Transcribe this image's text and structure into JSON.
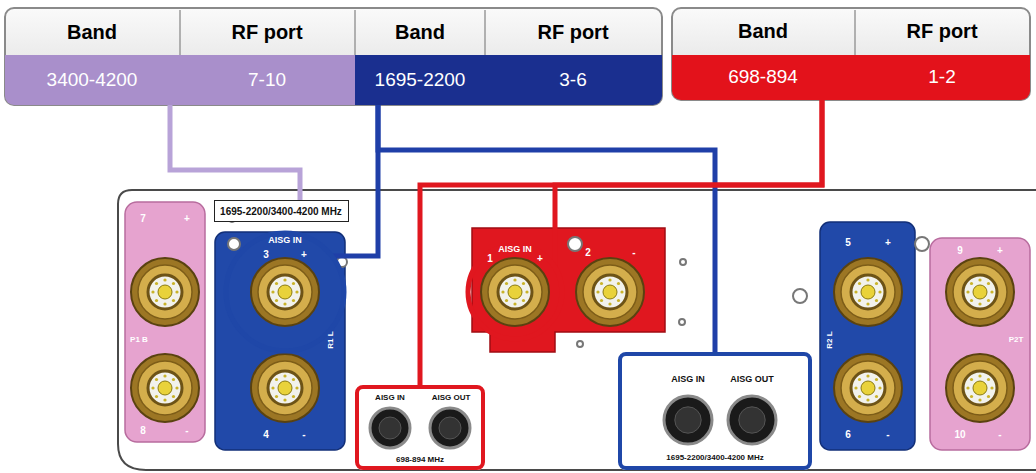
{
  "diagram": {
    "nodes": [
      {
        "text": [
          "3400-4200",
          "7-10"
        ]
      },
      {
        "text": [
          "1695-2200",
          "3-6"
        ]
      },
      {
        "text": [
          "698-894",
          "1-2"
        ]
      },
      {
        "text": [
          "1695-2200/3400-4200 MHz"
        ]
      },
      {
        "text": [
          "AISG IN"
        ]
      },
      {
        "text": [
          "AISG IN"
        ]
      },
      {
        "text": [
          "AISG IN",
          "AISG OUT",
          "698-894 MHz"
        ]
      },
      {
        "text": [
          "AISG IN",
          "AISG OUT",
          "1695-2200/3400-4200 MHz"
        ]
      }
    ],
    "edges": [
      {
        "from": 0,
        "to": 3,
        "arrow": "none"
      },
      {
        "from": 1,
        "to": 4,
        "arrow": "none"
      },
      {
        "from": 1,
        "to": 7,
        "arrow": "none"
      },
      {
        "from": 2,
        "to": 5,
        "arrow": "none"
      },
      {
        "from": 2,
        "to": 6,
        "arrow": "none"
      }
    ],
    "labels": [
      "Band",
      "RF port",
      "Band",
      "RF port",
      "Band",
      "RF port",
      "7",
      "+",
      "8",
      "-",
      "P1 B",
      "3",
      "+",
      "4",
      "-",
      "R1 L",
      "1",
      "+",
      "2",
      "-",
      "5",
      "+",
      "6",
      "-",
      "R2 L",
      "9",
      "+",
      "10",
      "-",
      "P2T"
    ]
  }
}
